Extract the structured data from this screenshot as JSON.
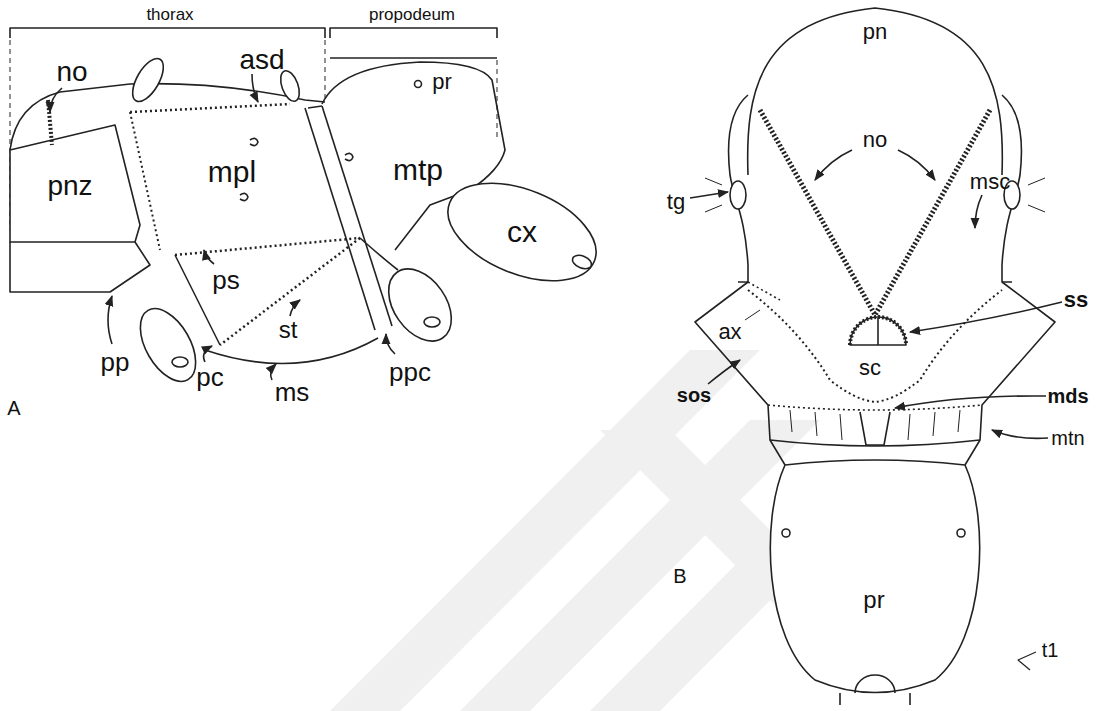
{
  "diagram": {
    "labels": [
      "thorax",
      "propodeum",
      "no",
      "asd",
      "pr",
      "pnz",
      "mpl",
      "mtp",
      "ps",
      "cx",
      "st",
      "pp",
      "pc",
      "ms",
      "ppc",
      "A",
      "pn",
      "tg",
      "no",
      "msc",
      "ss",
      "ax",
      "sc",
      "sos",
      "mds",
      "mtn",
      "pr",
      "t1",
      "B"
    ]
  }
}
